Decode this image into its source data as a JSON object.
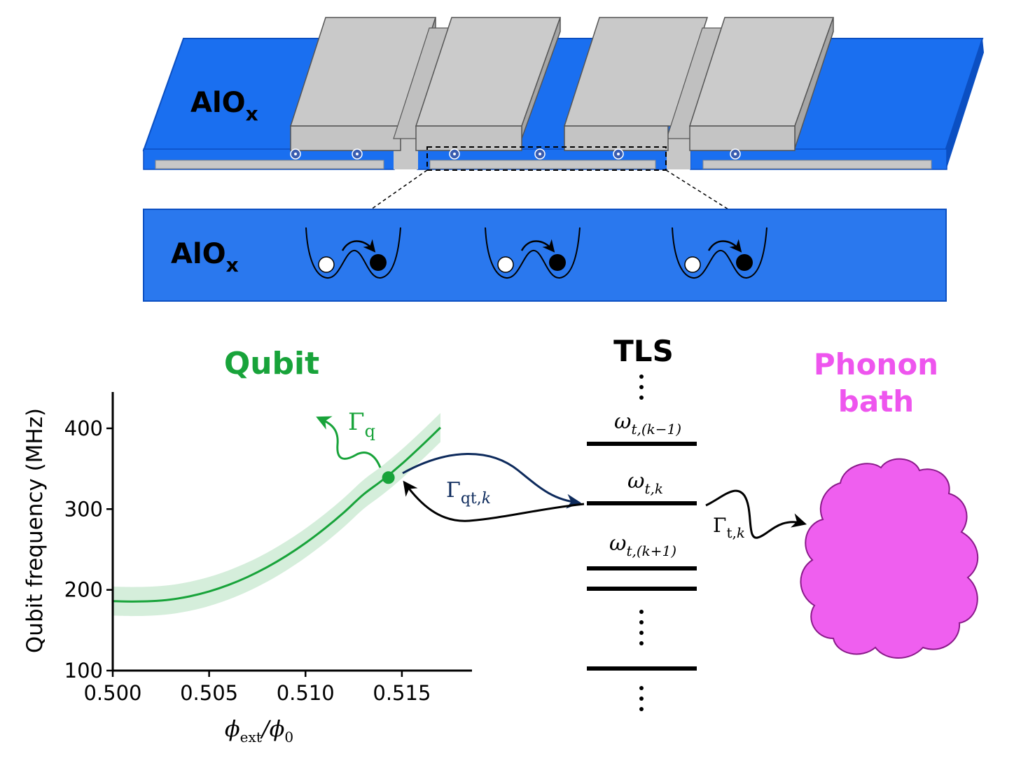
{
  "colors": {
    "oxide_blue": "#1a6ff0",
    "oxide_edge": "#0b4fc2",
    "metal_grey": "#c7c7c7",
    "metal_dark": "#9a9a9a",
    "qubit_green": "#18a33a",
    "coupling_navy": "#0d2a5c",
    "phonon_magenta": "#ef5fef",
    "phonon_text": "#ee55ee"
  },
  "device": {
    "oxide_label_main": "AlO",
    "oxide_label_sub": "x"
  },
  "zoom": {
    "oxide_label_main": "AlO",
    "oxide_label_sub": "x",
    "wells": 3
  },
  "labels": {
    "qubit_title": "Qubit",
    "tls_title": "TLS",
    "phonon_title_1": "Phonon",
    "phonon_title_2": "bath",
    "gamma_q_main": "Γ",
    "gamma_q_sub": "q",
    "gamma_qt_main": "Γ",
    "gamma_qt_sub": "qt,",
    "gamma_qt_k": "k",
    "gamma_t_main": "Γ",
    "gamma_t_sub": "t,",
    "gamma_t_k": "k",
    "omega_km1_main": "ω",
    "omega_km1_sub": "t,(k−1)",
    "omega_k_main": "ω",
    "omega_k_sub": "t,k",
    "omega_kp1_main": "ω",
    "omega_kp1_sub": "t,(k+1)"
  },
  "chart_data": {
    "type": "line",
    "xlabel_main": "ϕ",
    "xlabel_sub": "ext",
    "xlabel_rest": "/ϕ",
    "xlabel_sub2": "0",
    "ylabel": "Qubit frequency (MHz)",
    "xlim": [
      0.5,
      0.519
    ],
    "ylim": [
      100,
      445
    ],
    "xticks": [
      "0.500",
      "0.505",
      "0.510",
      "0.515"
    ],
    "xtick_values": [
      0.5,
      0.505,
      0.51,
      0.515
    ],
    "yticks": [
      "100",
      "200",
      "300",
      "400"
    ],
    "ytick_values": [
      100,
      200,
      300,
      400
    ],
    "series": [
      {
        "x": [
          0.5,
          0.501,
          0.502,
          0.503,
          0.504,
          0.505,
          0.506,
          0.507,
          0.508,
          0.509,
          0.51,
          0.511,
          0.512,
          0.513,
          0.514,
          0.515,
          0.516,
          0.517
        ],
        "y": [
          186,
          185.5,
          186,
          188,
          192,
          198,
          206,
          216,
          228,
          242,
          258,
          276,
          296,
          318,
          336,
          356,
          378,
          401
        ]
      }
    ],
    "band_halfwidth": 18,
    "marker": {
      "x": 0.5143,
      "y": 339
    }
  }
}
